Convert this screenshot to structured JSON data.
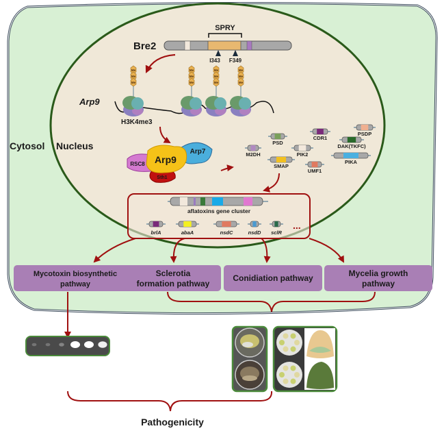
{
  "compartments": {
    "cytosol": "Cytosol",
    "nucleus": "Nucleus"
  },
  "bre2": {
    "label": "Bre2",
    "domain": "SPRY",
    "mutations": [
      "I343",
      "F349"
    ]
  },
  "chromatin": {
    "gene": "Arp9",
    "mark": "H3K4me3",
    "methyl_label": "Me"
  },
  "complex": {
    "center": "Arp9",
    "partners": [
      "RSC8",
      "Arp7",
      "Sth1"
    ]
  },
  "target_genes": [
    {
      "name": "PSD",
      "color": "#7aa05a"
    },
    {
      "name": "CDR1",
      "color": "#7a2a7a"
    },
    {
      "name": "PSDP",
      "color": "#f0b090"
    },
    {
      "name": "DAK(TKFC)",
      "color": "#2a6a2a"
    },
    {
      "name": "M2DH",
      "color": "#b08ac0"
    },
    {
      "name": "PIK2",
      "color": "#f2e8dc"
    },
    {
      "name": "PIKA",
      "color": "#4ab0e0"
    },
    {
      "name": "SMAP",
      "color": "#f2c020"
    },
    {
      "name": "UMF1",
      "color": "#e07a60"
    }
  ],
  "cluster_box": {
    "title": "aflatoxins gene cluster",
    "genes": [
      {
        "name": "brlA",
        "color": "#7a2a7a"
      },
      {
        "name": "abaA",
        "color": "#f4f020"
      },
      {
        "name": "nsdC",
        "color": "#e07a60"
      },
      {
        "name": "nsdD",
        "color": "#4a9ad0"
      },
      {
        "name": "sclR",
        "color": "#2a6a4a"
      }
    ],
    "ellipsis": "..."
  },
  "pathways": [
    {
      "line1": "Mycotoxin biosynthetic",
      "line2": "pathway"
    },
    {
      "line1": "Sclerotia",
      "line2": "formation pathway"
    },
    {
      "line1": "Conidiation pathway",
      "line2": ""
    },
    {
      "line1": "Mycelia growth",
      "line2": "pathway"
    }
  ],
  "tlc_spots": [
    0.1,
    0.1,
    0.2,
    1.0,
    1.0,
    0.9
  ],
  "outcome": "Pathogenicity",
  "colors": {
    "cytosol_fill": "#d8f0d4",
    "nucleus_fill": "#f0e8d8",
    "nucleus_border": "#2a5a1a",
    "pathway_fill": "#a97fb5",
    "arrow": "#a01010"
  }
}
